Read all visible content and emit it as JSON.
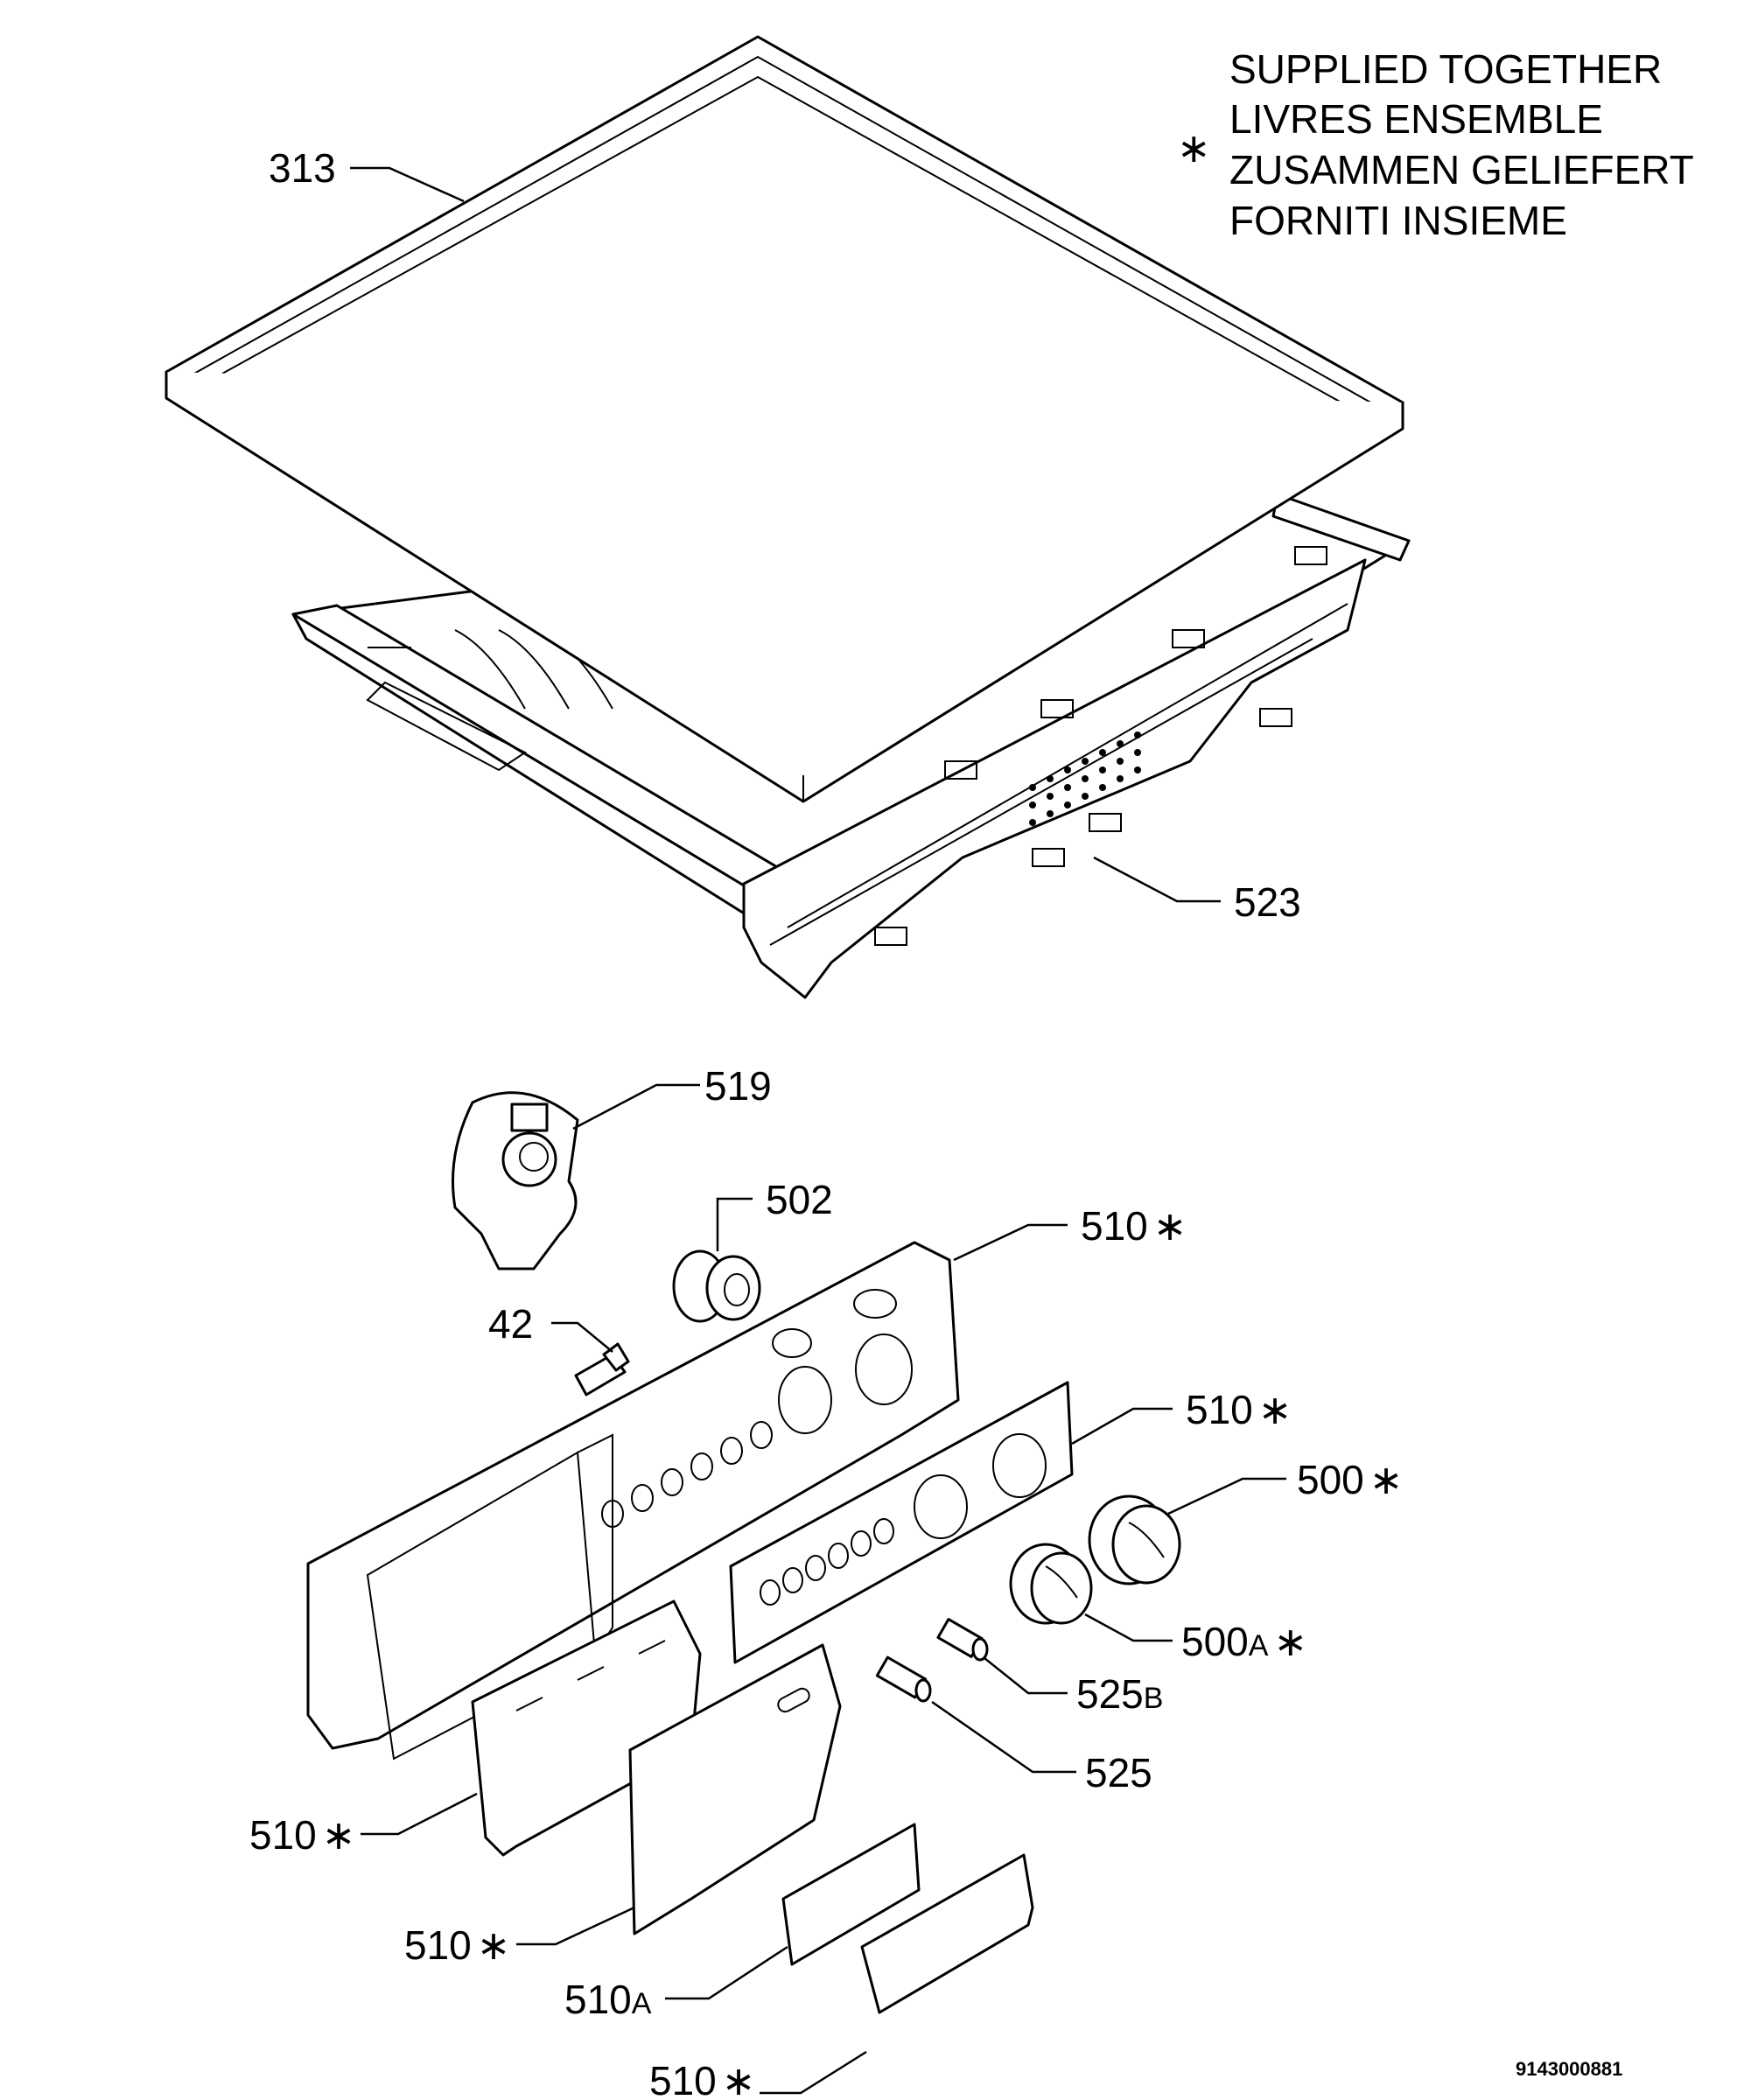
{
  "legend": {
    "symbol": "∗",
    "lines": [
      "SUPPLIED TOGETHER",
      "LIVRES ENSEMBLE",
      "ZUSAMMEN GELIEFERT",
      "FORNITI INSIEME"
    ]
  },
  "drawing_number": "9143000881",
  "callouts": [
    {
      "num": "313",
      "sub": "",
      "star": ""
    },
    {
      "num": "523",
      "sub": "",
      "star": ""
    },
    {
      "num": "519",
      "sub": "",
      "star": ""
    },
    {
      "num": "502",
      "sub": "",
      "star": ""
    },
    {
      "num": "510",
      "sub": "",
      "star": "∗"
    },
    {
      "num": "42",
      "sub": "",
      "star": ""
    },
    {
      "num": "510",
      "sub": "",
      "star": "∗"
    },
    {
      "num": "500",
      "sub": "",
      "star": "∗"
    },
    {
      "num": "500",
      "sub": "A",
      "star": "∗"
    },
    {
      "num": "525",
      "sub": "B",
      "star": ""
    },
    {
      "num": "525",
      "sub": "",
      "star": ""
    },
    {
      "num": "510",
      "sub": "",
      "star": "∗"
    },
    {
      "num": "510",
      "sub": "",
      "star": "∗"
    },
    {
      "num": "510",
      "sub": "A",
      "star": ""
    },
    {
      "num": "510",
      "sub": "",
      "star": "∗"
    }
  ]
}
